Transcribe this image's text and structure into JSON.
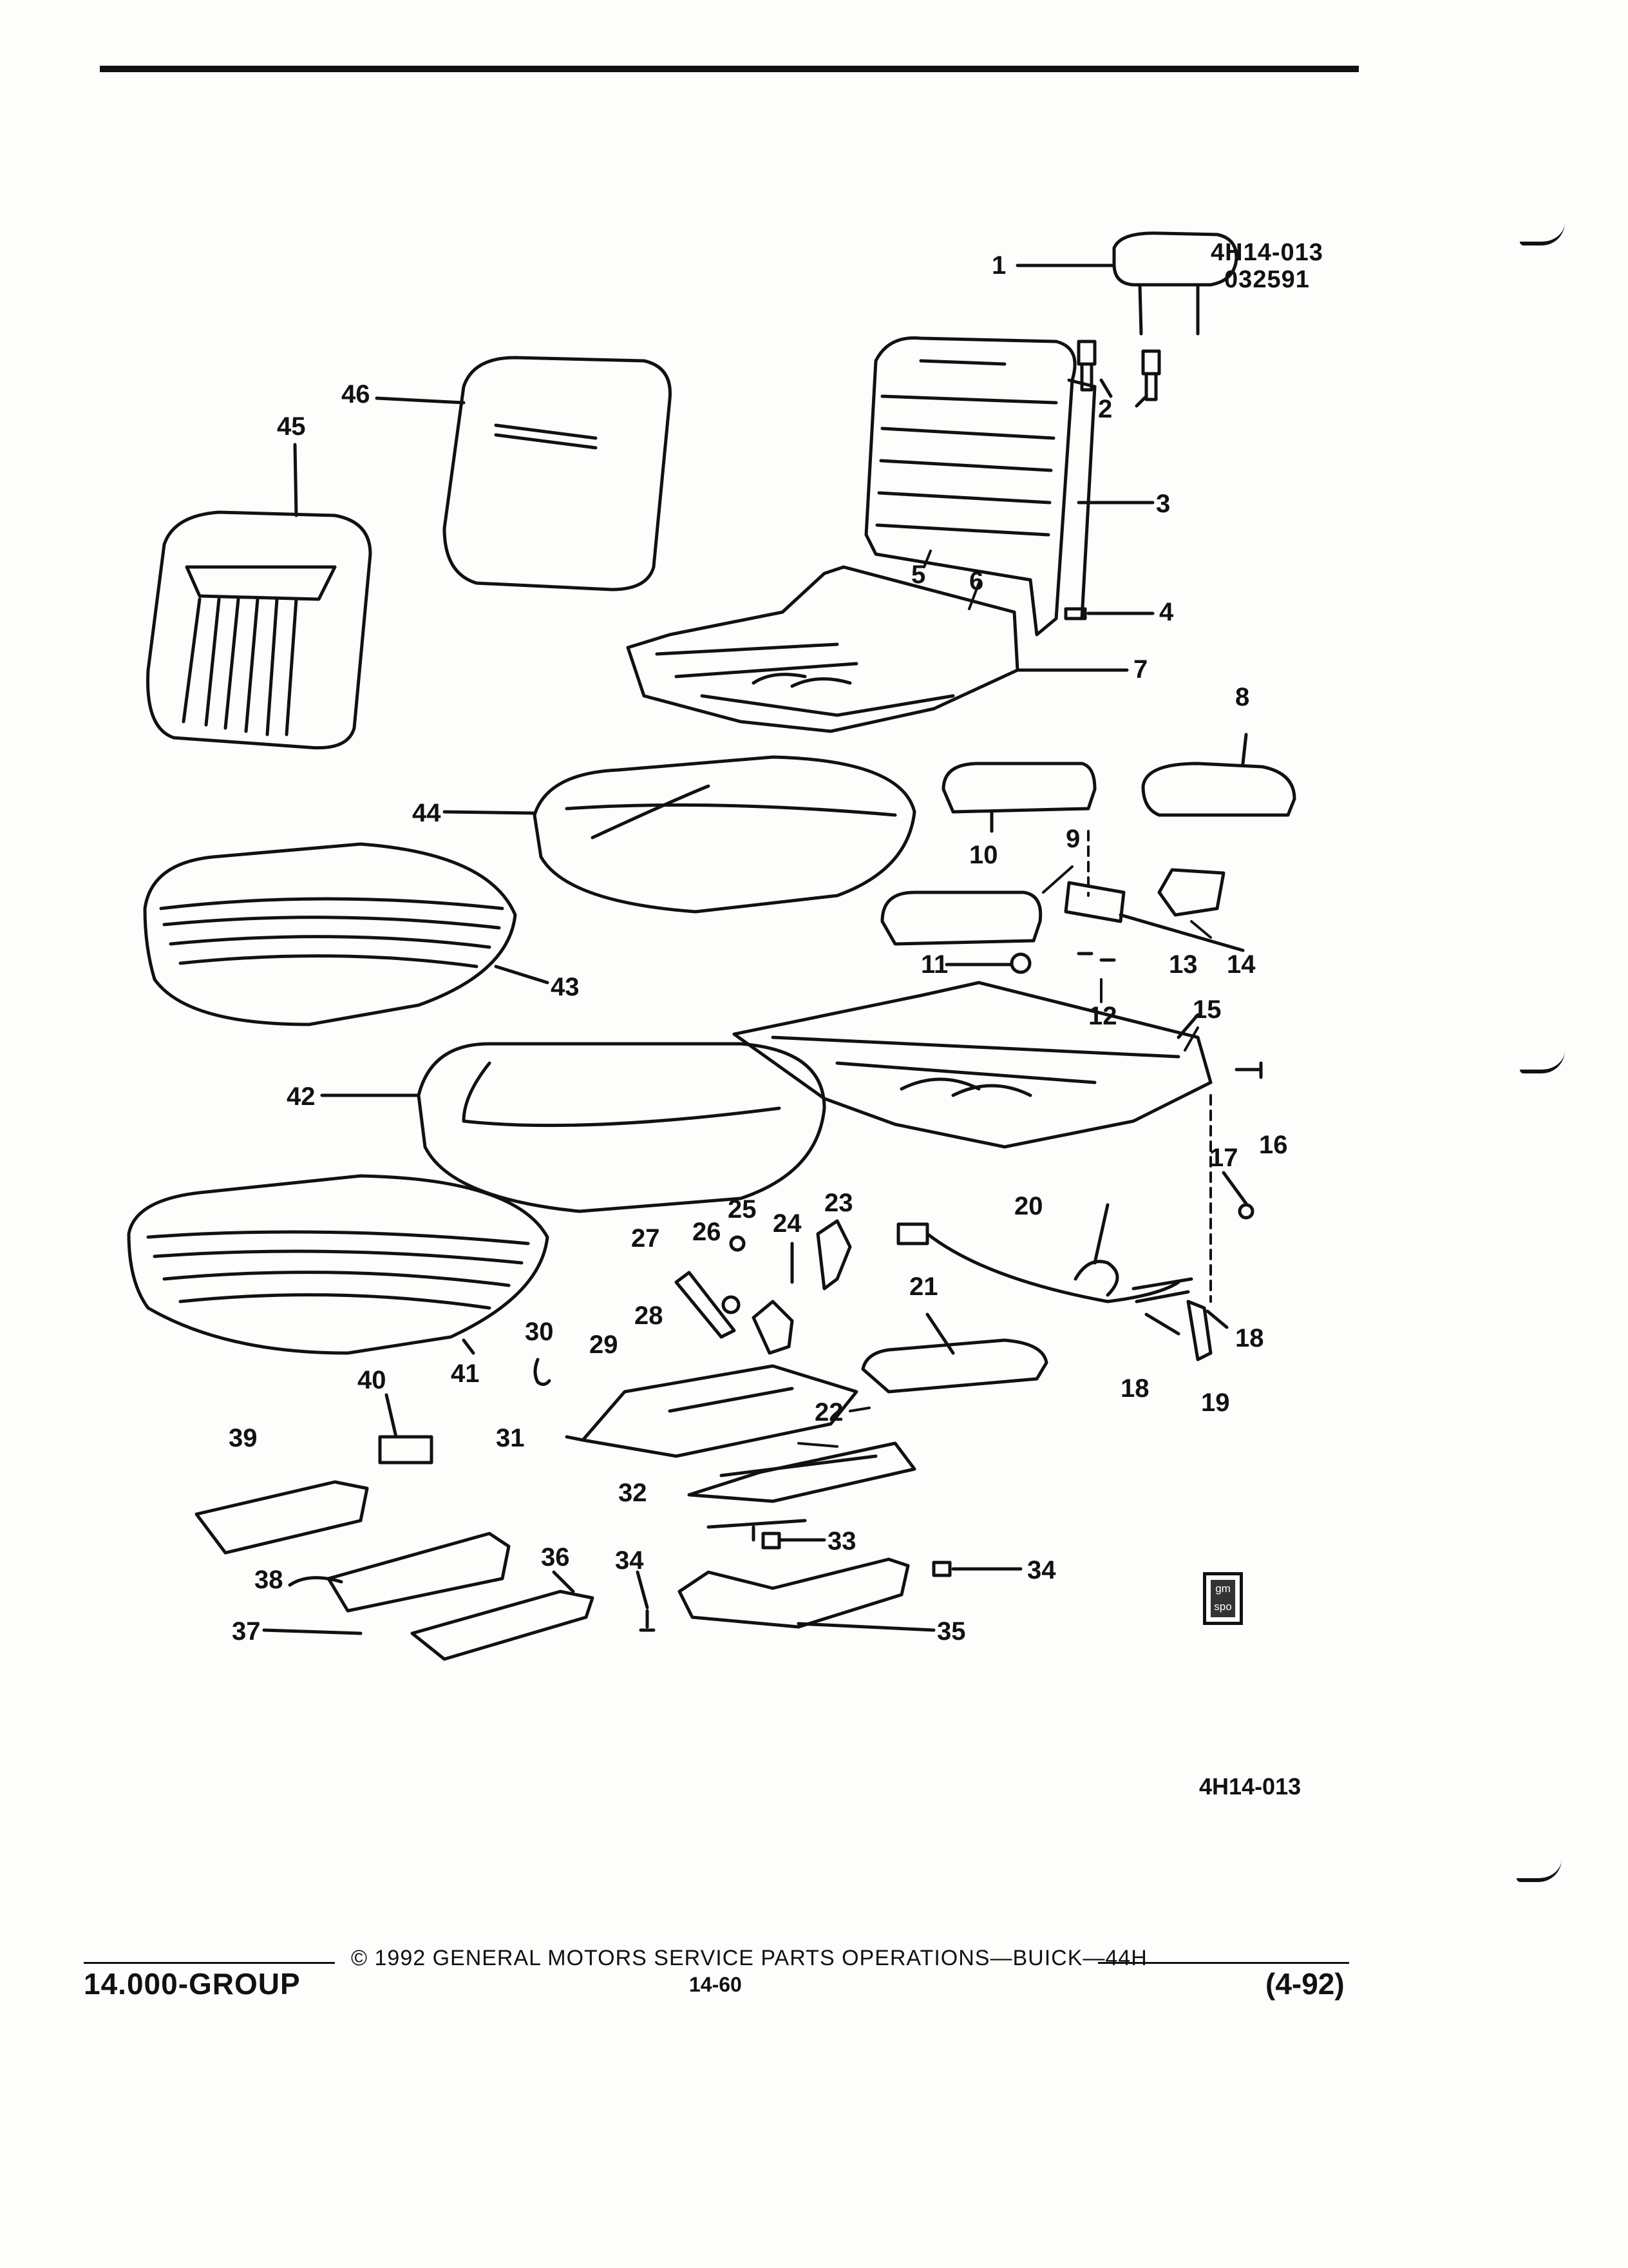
{
  "reference": {
    "drawing_id": "4H14-013",
    "date_code": "032591",
    "drawing_id_bottom": "4H14-013"
  },
  "footer": {
    "group": "14.000-GROUP",
    "copyright": "© 1992 GENERAL MOTORS SERVICE PARTS OPERATIONS—BUICK—44H",
    "page": "14-60",
    "revision": "(4-92)"
  },
  "badge": {
    "text": "gm spo"
  },
  "callouts": [
    "1",
    "2",
    "3",
    "4",
    "5",
    "6",
    "7",
    "8",
    "9",
    "10",
    "11",
    "12",
    "13",
    "14",
    "15",
    "16",
    "17",
    "18",
    "18",
    "19",
    "20",
    "21",
    "22",
    "23",
    "24",
    "25",
    "26",
    "27",
    "28",
    "29",
    "30",
    "31",
    "32",
    "33",
    "34",
    "34",
    "35",
    "36",
    "37",
    "38",
    "39",
    "40",
    "41",
    "42",
    "43",
    "44",
    "45",
    "46"
  ]
}
